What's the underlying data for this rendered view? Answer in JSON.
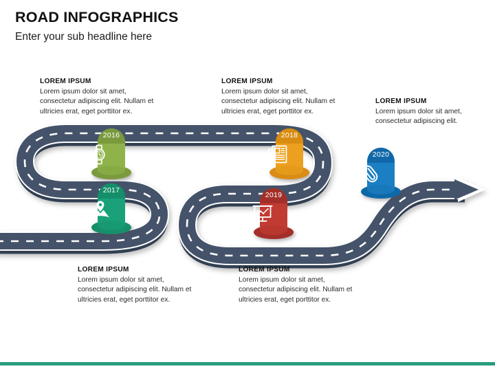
{
  "header": {
    "title": "ROAD INFOGRAPHICS",
    "subtitle": "Enter your sub headline here"
  },
  "colors": {
    "road": "#44536b",
    "road_shadow": "#333f52",
    "road_stripe": "#ffffff",
    "accent_bar": "#2a9d7f",
    "green": "#8fb34a",
    "green_dark": "#7a9a3d",
    "teal": "#1aa179",
    "teal_dark": "#148f6a",
    "orange": "#eda01f",
    "orange_dark": "#d98c12",
    "red": "#c23b33",
    "red_dark": "#a32f29",
    "blue": "#1b7fc4",
    "blue_dark": "#1168a8",
    "title_text": "#111111",
    "body_text": "#2a2a2a"
  },
  "blocks": {
    "b2016": {
      "heading": "LOREM IPSUM",
      "body": "Lorem ipsum dolor sit amet, consectetur adipiscing elit. Nullam et ultricies erat, eget porttitor ex."
    },
    "b2017": {
      "heading": "LOREM IPSUM",
      "body": "Lorem ipsum dolor sit amet, consectetur adipiscing elit. Nullam et ultricies erat, eget porttitor ex."
    },
    "b2018": {
      "heading": "LOREM IPSUM",
      "body": "Lorem ipsum dolor sit amet, consectetur adipiscing elit. Nullam et ultricies erat, eget porttitor ex."
    },
    "b2019": {
      "heading": "LOREM IPSUM",
      "body": "Lorem ipsum dolor sit amet, consectetur adipiscing elit. Nullam et ultricies erat, eget porttitor ex."
    },
    "b2020": {
      "heading": "LOREM IPSUM",
      "body": "Lorem ipsum dolor sit amet, consectetur adipiscing elit."
    }
  },
  "markers": [
    {
      "year": "2016",
      "icon": "watch-icon",
      "color": "#8fb34a"
    },
    {
      "year": "2017",
      "icon": "map-location-icon",
      "color": "#1aa179"
    },
    {
      "year": "2018",
      "icon": "newspaper-icon",
      "color": "#eda01f"
    },
    {
      "year": "2019",
      "icon": "presentation-chart-icon",
      "color": "#c23b33"
    },
    {
      "year": "2020",
      "icon": "paperclip-icon",
      "color": "#1b7fc4"
    }
  ]
}
